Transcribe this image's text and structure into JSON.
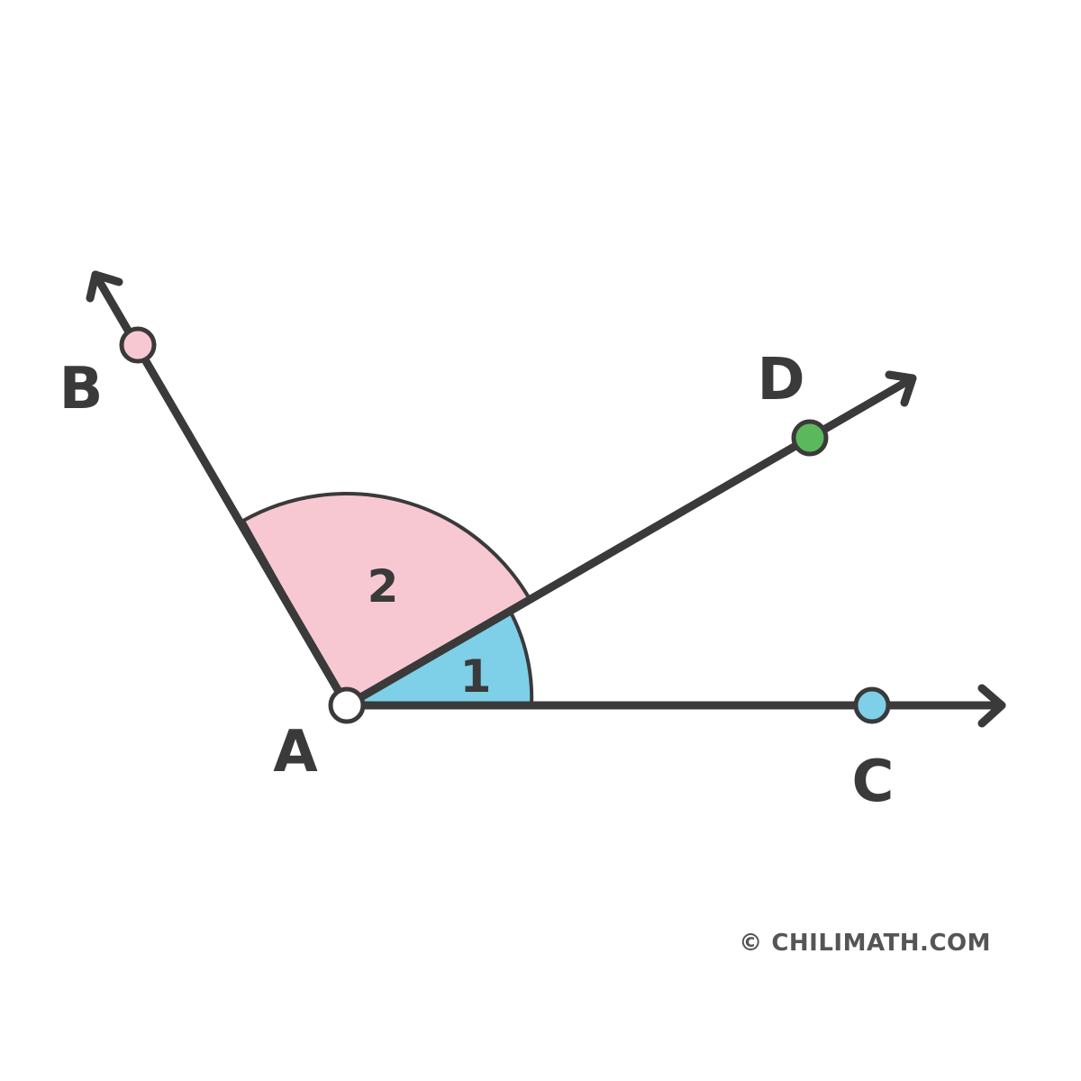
{
  "diagram": {
    "points": {
      "A": "A",
      "B": "B",
      "C": "C",
      "D": "D"
    },
    "angles": {
      "angle1": "1",
      "angle2": "2"
    },
    "copyright": "© CHILIMATH.COM"
  },
  "colors": {
    "stroke": "#3a3a3a",
    "angle1_fill": "#7dd0e8",
    "angle2_fill": "#f8c8d2",
    "point_a": "#ffffff",
    "point_b": "#f8c8d2",
    "point_c": "#7dd0e8",
    "point_d": "#5cb85c",
    "copyright": "#555555"
  }
}
